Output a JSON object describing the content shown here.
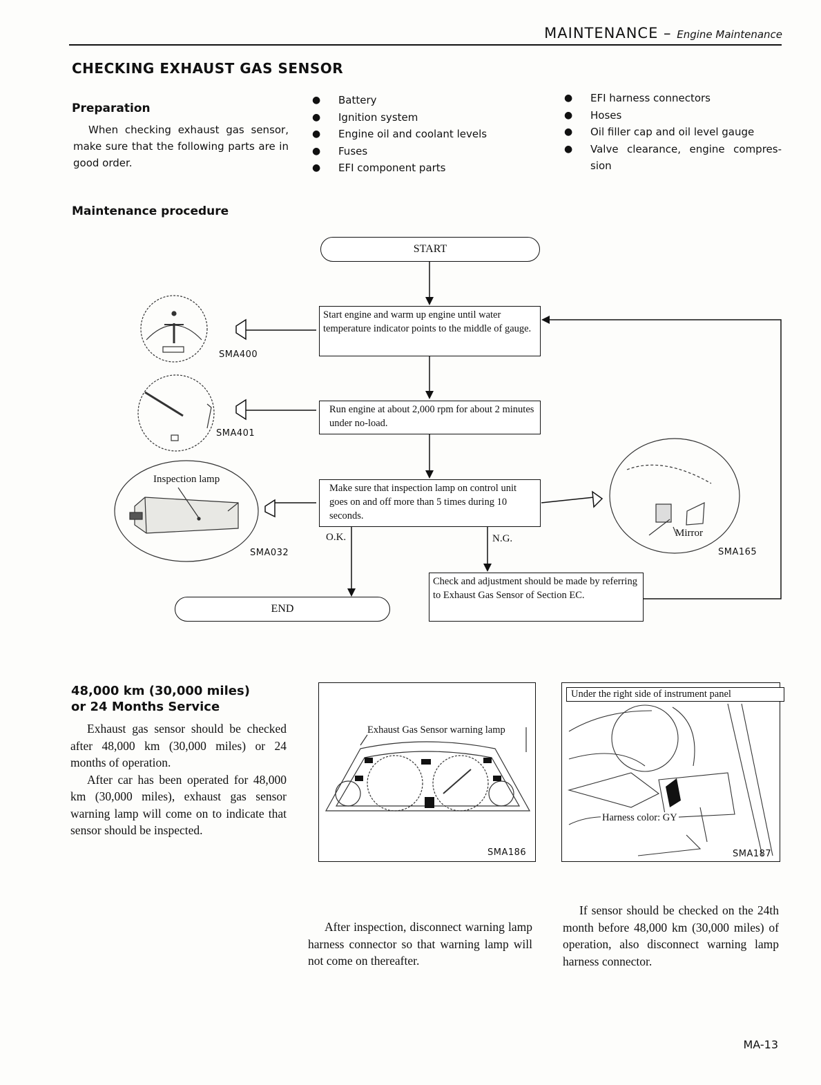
{
  "header": {
    "section": "MAINTENANCE",
    "dash": "–",
    "subsection": "Engine Maintenance"
  },
  "page_heading": "CHECKING EXHAUST GAS SENSOR",
  "preparation": {
    "heading": "Preparation",
    "text": "When checking exhaust gas sensor, make sure that the following parts are in good order.",
    "list_a": [
      "Battery",
      "Ignition system",
      "Engine oil and coolant levels",
      "Fuses",
      "EFI component parts"
    ],
    "list_b": [
      "EFI harness connectors",
      "Hoses",
      "Oil filler cap and oil level gauge",
      "Valve clearance, engine compres-sion"
    ]
  },
  "procedure": {
    "heading": "Maintenance procedure",
    "start": "START",
    "end": "END",
    "step1": "Start engine and warm up engine until water temperature indicator points to the middle of gauge.",
    "step2": "Run engine at about 2,000 rpm for about 2 minutes under no-load.",
    "step3": "Make sure that inspection lamp on control unit goes on and off more than 5 times during 10 seconds.",
    "ok_label": "O.K.",
    "ng_label": "N.G.",
    "ng_box": "Check and adjustment should be made by referring to Exhaust Gas Sensor of Section EC.",
    "fig_codes": {
      "temp": "SMA400",
      "tach": "SMA401",
      "lamp": "SMA032",
      "mirror": "SMA165"
    },
    "inspection_lamp_label": "Inspection lamp",
    "mirror_label": "Mirror"
  },
  "service": {
    "heading_line1": "48,000 km (30,000 miles)",
    "heading_line2": "or 24 Months Service",
    "para1": "Exhaust gas sensor should be checked after 48,000 km (30,000 miles) or 24 months of operation.",
    "para2": "After car has been operated for 48,000 km (30,000 miles), exhaust gas sensor warning lamp will come on to indicate that sensor should be inspected."
  },
  "figures": {
    "cluster_label": "Exhaust Gas Sensor warning lamp",
    "cluster_code": "SMA186",
    "harness_title": "Under the right side of instrument panel",
    "harness_label": "Harness color:  GY",
    "harness_code": "SMA187"
  },
  "after": {
    "middle": "After inspection, disconnect warning lamp harness connector so that warning lamp will not come on thereafter.",
    "right": "If sensor should be checked on the 24th month before 48,000 km (30,000 miles) of operation, also disconnect warning lamp harness connector."
  },
  "page_number": "MA-13"
}
